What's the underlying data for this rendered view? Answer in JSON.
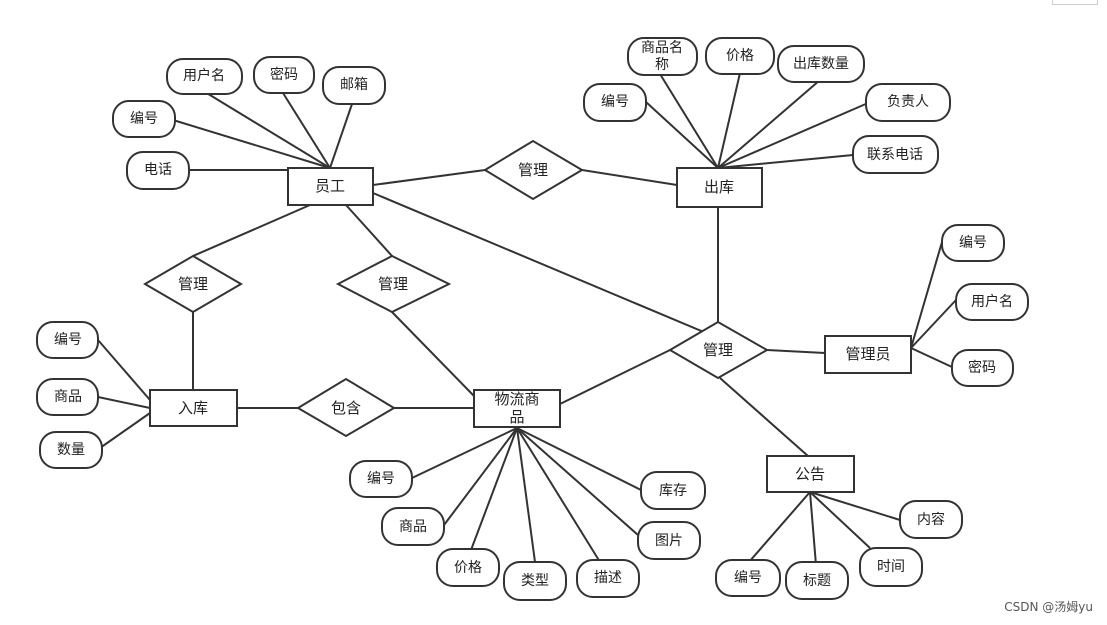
{
  "entities": {
    "employee": "员工",
    "outbound": "出库",
    "inbound": "入库",
    "goods": [
      "物流商",
      "品"
    ],
    "admin": "管理员",
    "notice": "公告"
  },
  "relationships": {
    "manage_emp_out": "管理",
    "manage_emp_in": "管理",
    "manage_emp_goods": "管理",
    "manage_admin": "管理",
    "contain": "包含"
  },
  "attributes": {
    "employee": {
      "username": "用户名",
      "password": "密码",
      "email": "邮箱",
      "id": "编号",
      "phone": "电话"
    },
    "outbound": {
      "goods_name": [
        "商品名",
        "称"
      ],
      "price": "价格",
      "quantity": "出库数量",
      "id": "编号",
      "manager": "负责人",
      "phone": "联系电话"
    },
    "admin": {
      "id": "编号",
      "username": "用户名",
      "password": "密码"
    },
    "inbound": {
      "id": "编号",
      "goods": "商品",
      "quantity": "数量"
    },
    "goods": {
      "id": "编号",
      "goods": "商品",
      "price": "价格",
      "type": "类型",
      "desc": "描述",
      "image": "图片",
      "stock": "库存"
    },
    "notice": {
      "id": "编号",
      "title": "标题",
      "time": "时间",
      "content": "内容"
    }
  },
  "watermark": "CSDN @汤姆yu"
}
